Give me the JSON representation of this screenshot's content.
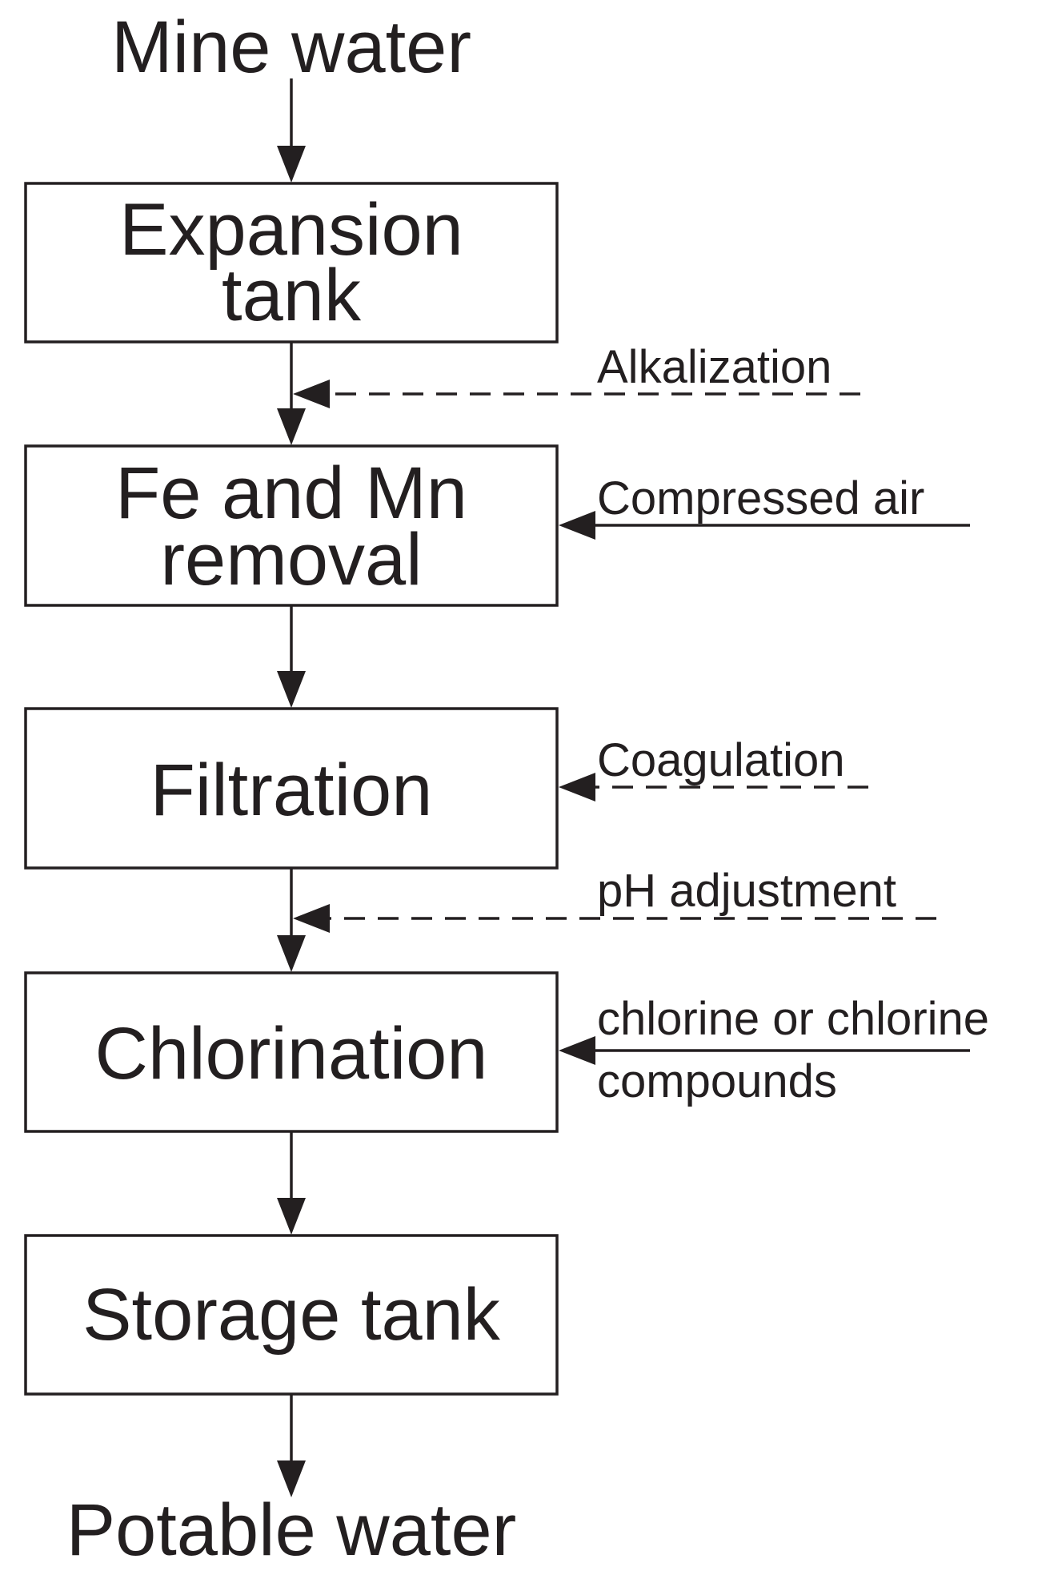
{
  "colors": {
    "ink": "#231f20",
    "background": "#ffffff"
  },
  "input_label": "Mine water",
  "output_label": "Potable water",
  "steps": [
    {
      "lines": [
        "Expansion",
        "tank"
      ]
    },
    {
      "lines": [
        "Fe and Mn",
        "removal"
      ]
    },
    {
      "lines": [
        "Filtration"
      ]
    },
    {
      "lines": [
        "Chlorination"
      ]
    },
    {
      "lines": [
        "Storage tank"
      ]
    }
  ],
  "inputs": {
    "alkalization": {
      "label": "Alkalization",
      "style": "dashed"
    },
    "compressed_air": {
      "label": "Compressed air",
      "style": "solid"
    },
    "coagulation": {
      "label": "Coagulation",
      "style": "dashed"
    },
    "ph_adjustment": {
      "label": "pH adjustment",
      "style": "dashed"
    },
    "chlorine": {
      "lines": [
        "chlorine or chlorine",
        "compounds"
      ],
      "style": "solid"
    }
  }
}
